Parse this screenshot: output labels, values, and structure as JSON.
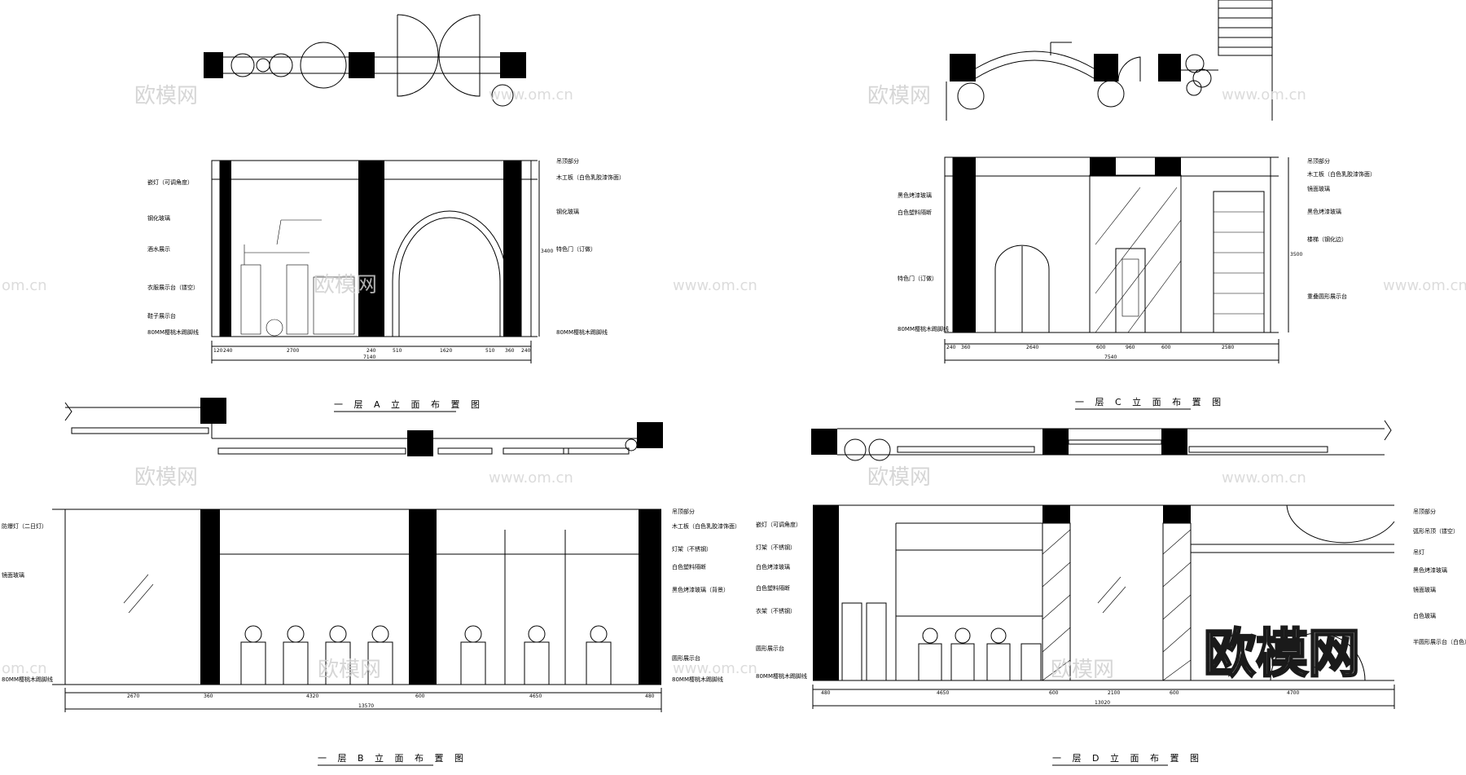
{
  "watermark": {
    "brand": "欧模网",
    "url": "www.om.cn",
    "url_partial": "om.cn"
  },
  "panels": {
    "a": {
      "title": "一 层 A 立 面 布 置 图",
      "labels_left": [
        "嵌灯（可调角度）",
        "钢化玻璃",
        "酒水展示",
        "衣服展示台（镂空）",
        "鞋子展示台",
        "80MM樱桃木踢脚线"
      ],
      "labels_right": [
        "吊顶部分",
        "木工板（白色乳胶漆饰面）",
        "钢化玻璃",
        "特色门（订做）",
        "80MM樱桃木踢脚线"
      ],
      "dims": [
        "120",
        "240",
        "2700",
        "240",
        "510",
        "1620",
        "510",
        "360",
        "240"
      ],
      "total": "7140",
      "height_dim": "3400"
    },
    "c": {
      "title": "一 层 C 立 面 布 置 图",
      "labels_left": [
        "黑色烤漆玻璃",
        "白色塑料隔断",
        "特色门（订做）",
        "80MM樱桃木踢脚线"
      ],
      "labels_right": [
        "吊顶部分",
        "木工板（白色乳胶漆饰面）",
        "镜面玻璃",
        "黑色烤漆玻璃",
        "楼梯（钢化边）",
        "重叠圆形展示台"
      ],
      "dims": [
        "240",
        "360",
        "2640",
        "600",
        "960",
        "600",
        "2580"
      ],
      "total": "7540",
      "height_dim": "3500"
    },
    "b": {
      "title": "一 层 B 立 面 布 置 图",
      "labels_left": [
        "防爆灯（二日灯）",
        "镜面玻璃",
        "80MM樱桃木踢脚线"
      ],
      "labels_right": [
        "吊顶部分",
        "木工板（白色乳胶漆饰面）",
        "灯架（不锈钢）",
        "白色塑料隔断",
        "黑色烤漆玻璃（背景）",
        "圆形展示台",
        "80MM樱桃木踢脚线"
      ],
      "dims": [
        "2670",
        "360",
        "4320",
        "600",
        "4650",
        "480"
      ],
      "total": "13570"
    },
    "d": {
      "title": "一 层 D 立 面 布 置 图",
      "labels_left": [
        "嵌灯（可调角度）",
        "灯架（不锈钢）",
        "白色烤漆玻璃",
        "白色塑料隔断",
        "衣架（不锈钢）",
        "圆形展示台",
        "80MM樱桃木踢脚线"
      ],
      "labels_right": [
        "吊顶部分",
        "弧形吊顶（镂空）",
        "吊灯",
        "黑色烤漆玻璃",
        "镜面玻璃",
        "白色玻璃",
        "半圆形展示台（白色）"
      ],
      "dims": [
        "480",
        "4650",
        "600",
        "2100",
        "600",
        "4700"
      ],
      "total": "13020"
    }
  }
}
